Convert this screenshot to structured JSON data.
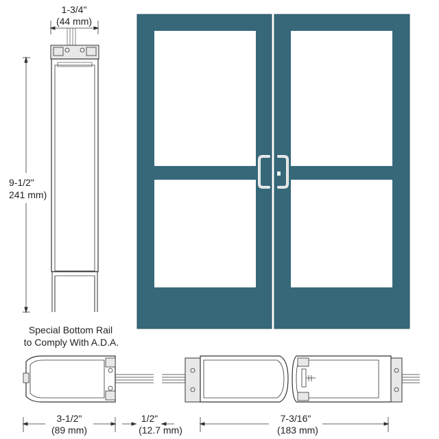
{
  "colors": {
    "door_frame": "#36687a",
    "door_edge": "#2a5463",
    "glass": "#ffffff",
    "handle": "#f2f2f2",
    "line": "#333333",
    "profile_fill": "#e8e8e8"
  },
  "icons": {
    "handle_left": "door-pull-handle-icon",
    "handle_right": "door-pull-handle-icon"
  },
  "dims": {
    "top_width": {
      "imperial": "1-3/4\"",
      "metric": "(44 mm)"
    },
    "side_height": {
      "imperial": "9-1/2\"",
      "metric": "241 mm)"
    },
    "bottom_rail": {
      "imperial": "3-1/2\"",
      "metric": "(89 mm)"
    },
    "gap": {
      "imperial": "1/2\"",
      "metric": "(12.7 mm)"
    },
    "meeting_stiles": {
      "imperial": "7-3/16\"",
      "metric": "(183 mm)"
    }
  },
  "notes": {
    "ada_line1": "Special Bottom Rail",
    "ada_line2": "to Comply With A.D.A."
  }
}
